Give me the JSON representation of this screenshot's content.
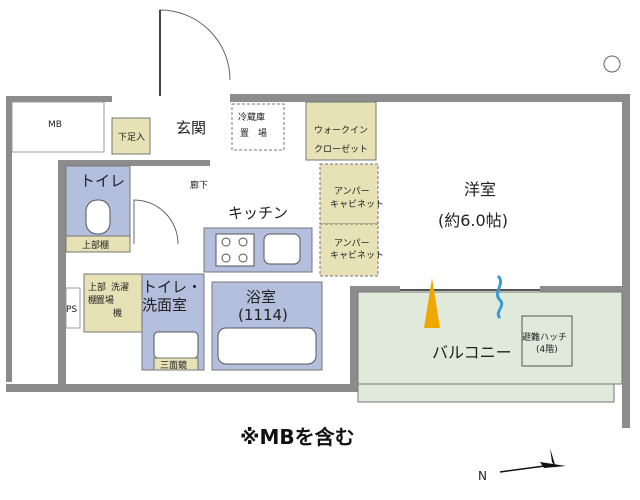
{
  "labels": {
    "mb": "MB",
    "shoe_storage": "下足入",
    "entrance": "玄関",
    "fridge_l1": "冷蔵庫",
    "fridge_l2": "置　場",
    "walkin_l1": "ウォークイン",
    "walkin_l2": "クローゼット",
    "western_room": "洋室",
    "western_room_size": "(約6.0帖)",
    "toilet": "トイレ",
    "upper_shelf": "上部棚",
    "hallway": "廊下",
    "kitchen": "キッチン",
    "amper_cabinet": "アンパー",
    "amper_cabinet_2": "キャビネット",
    "amper_cabinet_b": "アンパー",
    "amper_cabinet_b2": "キャビネット",
    "upper_shelf_2a": "上部",
    "upper_shelf_2b": "棚",
    "washer_a": "洗濯",
    "washer_b": "機",
    "washer_c": "置場",
    "toilet_washroom_l1": "トイレ・",
    "toilet_washroom_l2": "洗面室",
    "bathroom": "浴室",
    "bathroom_size": "(1114)",
    "ps": "PS",
    "mirror": "三面鏡",
    "balcony": "バルコニー",
    "hatch_l1": "避難ハッチ",
    "hatch_l2": "(4階)",
    "footnote": "※MBを含む",
    "north": "N"
  },
  "colors": {
    "wall": "#8c8c8c",
    "wet_area": "#b3bfdd",
    "storage": "#e6e2b5",
    "balcony": "#dfeadb",
    "gas_flame": "#f0a800",
    "air_wave": "#3a9bd6"
  }
}
